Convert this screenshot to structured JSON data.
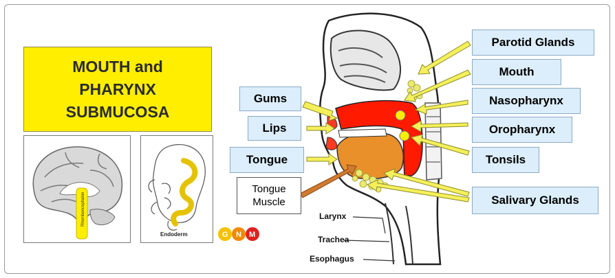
{
  "title": {
    "line1": "MOUTH and",
    "line2": "PHARYNX",
    "line3": "SUBMUCOSA"
  },
  "thumbnails": {
    "brain_label": "Rhombencephalon",
    "embryo_label": "Endoderm"
  },
  "logo": {
    "letters": [
      "G",
      "N",
      "M"
    ]
  },
  "labels": {
    "gums": "Gums",
    "lips": "Lips",
    "tongue": "Tongue",
    "tongue_muscle_1": "Tongue",
    "tongue_muscle_2": "Muscle",
    "parotid_glands": "Parotid Glands",
    "mouth": "Mouth",
    "nasopharynx": "Nasopharynx",
    "oropharynx": "Oropharynx",
    "tonsils": "Tonsils",
    "salivary_glands": "Salivary Glands",
    "larynx": "Larynx",
    "trachea": "Trachea",
    "esophagus": "Esophagus"
  },
  "colors": {
    "highlight": "#ffee00",
    "label_fill": "#dceefb",
    "arrow": "#f5f05a",
    "submucosa_red": "#ff1a00",
    "tongue_orange": "#e9902a",
    "gland_yellow": "#eaea70"
  }
}
